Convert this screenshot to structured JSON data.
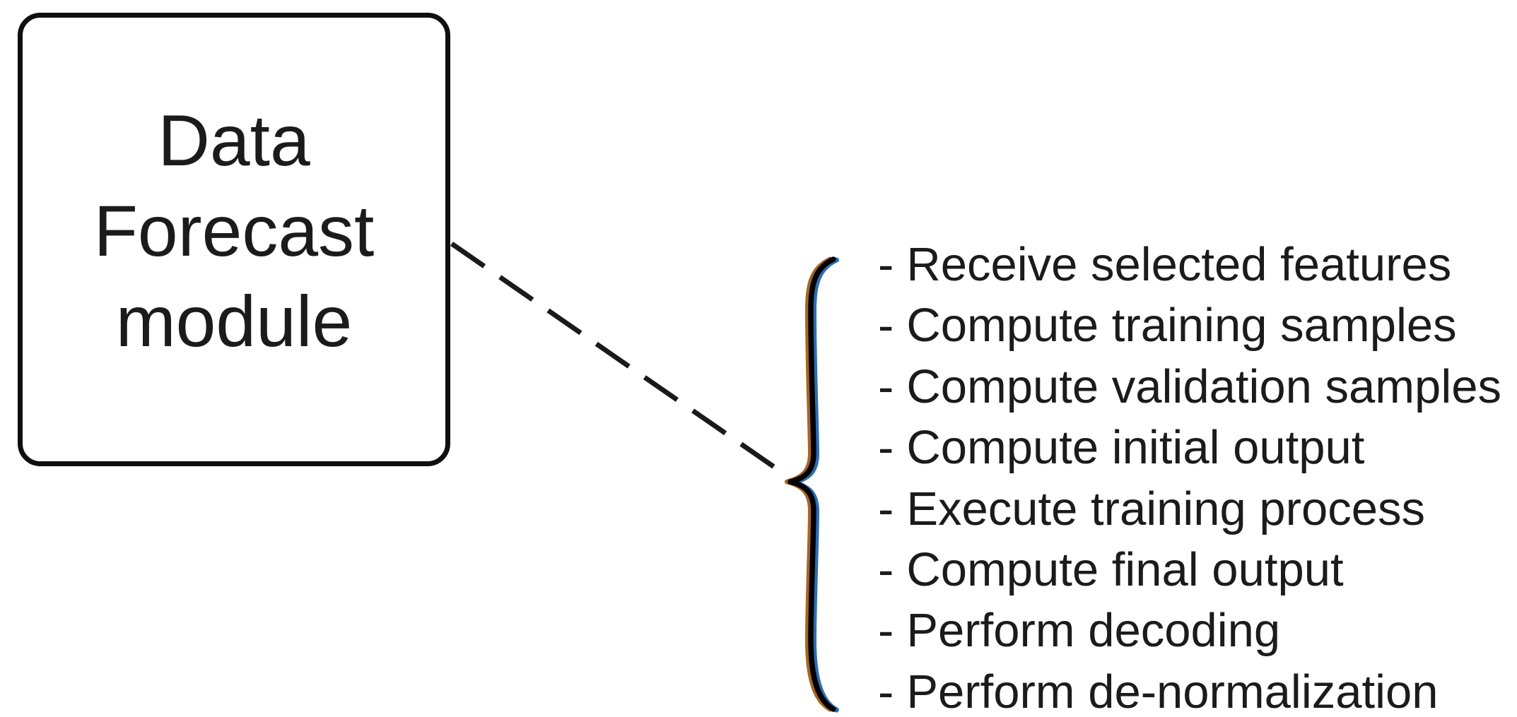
{
  "module_box": {
    "lines": [
      "Data",
      "Forecast",
      "module"
    ]
  },
  "task_list": {
    "bullet": "-",
    "items": [
      "Receive selected features",
      "Compute training samples",
      "Compute validation samples",
      "Compute initial output",
      "Execute training process",
      "Compute final output",
      "Perform decoding",
      "Perform de-normalization"
    ]
  },
  "colors": {
    "ink": "#1b1b1b",
    "connector": "#1a1a1a",
    "brace_core": "#000000",
    "brace_fringe_left": "#a8661f",
    "brace_fringe_right": "#2f6db3"
  }
}
